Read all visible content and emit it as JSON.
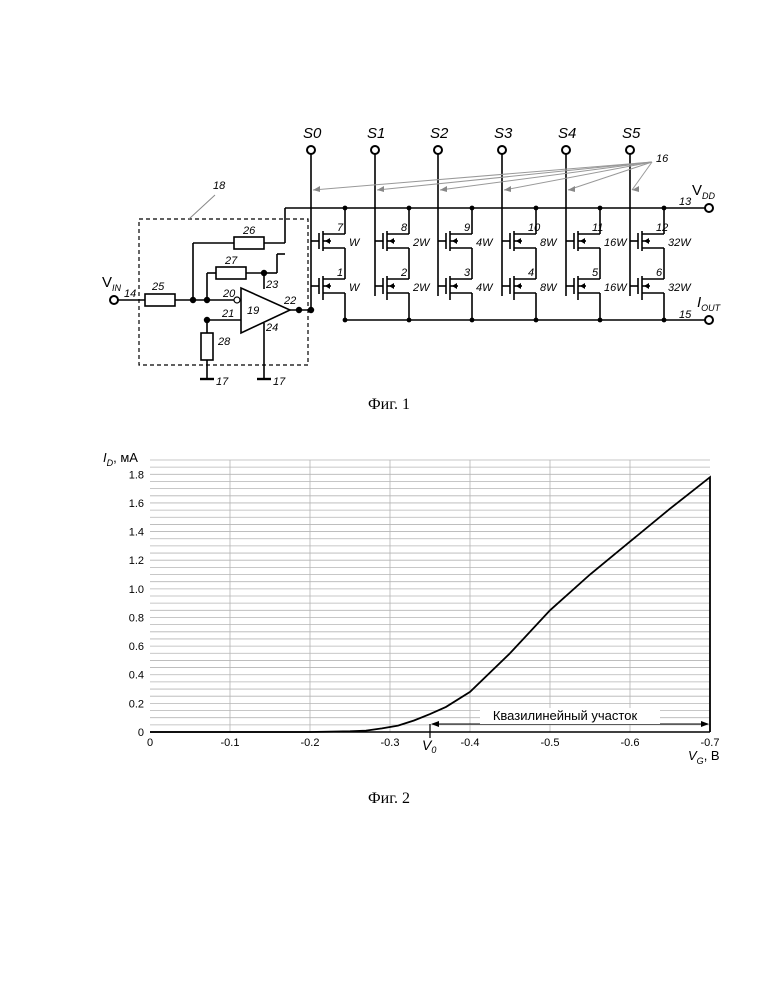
{
  "fig1": {
    "caption": "Фиг. 1",
    "select_lines": [
      "S0",
      "S1",
      "S2",
      "S3",
      "S4",
      "S5"
    ],
    "top_widths": [
      "W",
      "2W",
      "4W",
      "8W",
      "16W",
      "32W"
    ],
    "bottom_widths": [
      "W",
      "2W",
      "4W",
      "8W",
      "16W",
      "32W"
    ],
    "top_transistor_numbers": [
      "7",
      "8",
      "9",
      "10",
      "11",
      "12"
    ],
    "bottom_transistor_numbers": [
      "1",
      "2",
      "3",
      "4",
      "5",
      "6"
    ],
    "vin_main": "V",
    "vin_sub": "IN",
    "vdd_main": "V",
    "vdd_sub": "DD",
    "iout_main": "I",
    "iout_sub": "OUT",
    "ref_labels": {
      "n13": "13",
      "n14": "14",
      "n15": "15",
      "n16": "16",
      "n17a": "17",
      "n17b": "17",
      "n18": "18",
      "n19": "19",
      "n20": "20",
      "n21": "21",
      "n22": "22",
      "n23": "23",
      "n24": "24",
      "n25": "25",
      "n26": "26",
      "n27": "27",
      "n28": "28"
    }
  },
  "fig2": {
    "caption": "Фиг. 2",
    "region_label": "Квазилинейный  участок",
    "v0_main": "V",
    "v0_sub": "0"
  },
  "chart_data": {
    "type": "line",
    "ylabel_main": "I",
    "ylabel_sub": "D",
    "ylabel_unit": ", мА",
    "xlabel_main": "V",
    "xlabel_sub": "G",
    "xlabel_unit": ", В",
    "xlim": [
      0,
      -0.7
    ],
    "ylim": [
      0,
      1.9
    ],
    "x_ticks": [
      "0",
      "-0.1",
      "-0.2",
      "-0.3",
      "-0.4",
      "-0.5",
      "-0.6",
      "-0.7"
    ],
    "x_tick_values": [
      0,
      -0.1,
      -0.2,
      -0.3,
      -0.4,
      -0.5,
      -0.6,
      -0.7
    ],
    "y_ticks": [
      "0",
      "0.2",
      "0.4",
      "0.6",
      "0.8",
      "1.0",
      "1.2",
      "1.4",
      "1.6",
      "1.8"
    ],
    "y_tick_values": [
      0,
      0.2,
      0.4,
      0.6,
      0.8,
      1.0,
      1.2,
      1.4,
      1.6,
      1.8
    ],
    "grid": true,
    "series": [
      {
        "x": [
          0,
          -0.1,
          -0.2,
          -0.25,
          -0.27,
          -0.29,
          -0.31,
          -0.33,
          -0.35,
          -0.37,
          -0.4,
          -0.45,
          -0.5,
          -0.55,
          -0.6,
          -0.65,
          -0.7,
          -0.7
        ],
        "y": [
          0,
          0,
          0,
          0.005,
          0.01,
          0.025,
          0.045,
          0.08,
          0.125,
          0.175,
          0.28,
          0.55,
          0.85,
          1.1,
          1.33,
          1.56,
          1.78,
          0
        ]
      }
    ],
    "v0": -0.35,
    "region": [
      -0.35,
      -0.7
    ]
  }
}
